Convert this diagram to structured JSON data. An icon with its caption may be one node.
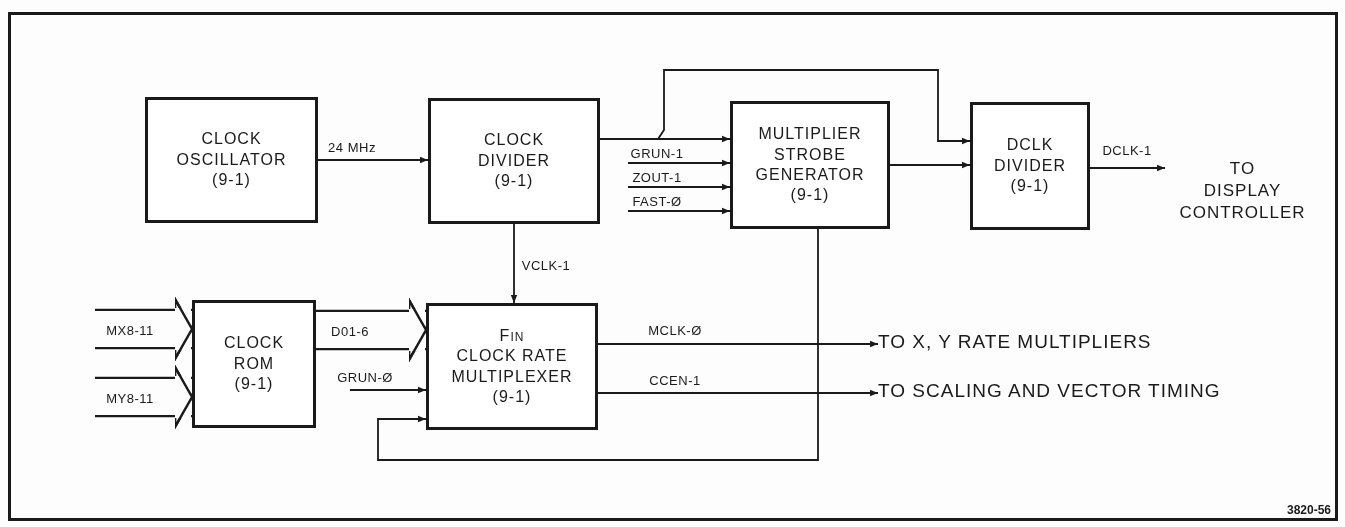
{
  "diagram": {
    "nodes": [
      {
        "text": [
          "CLOCK OSCILLATOR",
          "(9-1)"
        ]
      },
      {
        "text": [
          "CLOCK DIVIDER",
          "(9-1)"
        ]
      },
      {
        "text": [
          "MULTIPLIER STROBE GENERATOR",
          "(9-1)"
        ]
      },
      {
        "text": [
          "DCLK DIVIDER",
          "(9-1)"
        ]
      },
      {
        "text": [
          "TO DISPLAY CONTROLLER"
        ]
      },
      {
        "text": [
          "CLOCK ROM",
          "(9-1)"
        ]
      },
      {
        "text": [
          "F$_{IN}$",
          "CLOCK RATE MULTIPLEXER",
          "(9-1)"
        ]
      },
      {
        "text": [
          "TO X, Y RATE MULTIPLIERS"
        ]
      },
      {
        "text": [
          "TO SCALING AND VECTOR TIMING"
        ]
      }
    ],
    "edges": [
      {
        "from": 0,
        "to": 1,
        "arrow": "to",
        "label": "24 MHz"
      },
      {
        "from": 1,
        "to": 2,
        "arrow": "to"
      },
      {
        "from": 1,
        "to": 3,
        "arrow": "to"
      },
      {
        "from": null,
        "to": 2,
        "arrow": "to",
        "label": "GRUN-1"
      },
      {
        "from": null,
        "to": 2,
        "arrow": "to",
        "label": "ZOUT-1"
      },
      {
        "from": null,
        "to": 2,
        "arrow": "to",
        "label": "FAST-Ø"
      },
      {
        "from": 2,
        "to": 3,
        "arrow": "to"
      },
      {
        "from": 3,
        "to": 4,
        "arrow": "to",
        "label": "DCLK-1"
      },
      {
        "from": 1,
        "to": 6,
        "arrow": "to",
        "label": "VCLK-1"
      },
      {
        "from": null,
        "to": 5,
        "arrow": "to",
        "label": "MX8-11",
        "style": "thick"
      },
      {
        "from": null,
        "to": 5,
        "arrow": "to",
        "label": "MY8-11",
        "style": "thick"
      },
      {
        "from": 5,
        "to": 6,
        "arrow": "to",
        "label": "D01-6",
        "style": "thick"
      },
      {
        "from": null,
        "to": 6,
        "arrow": "to",
        "label": "GRUN-Ø"
      },
      {
        "from": 2,
        "to": 6,
        "arrow": "to"
      },
      {
        "from": 6,
        "to": 7,
        "arrow": "to",
        "label": "MCLK-Ø"
      },
      {
        "from": 6,
        "to": 8,
        "arrow": "to",
        "label": "CCEN-1"
      }
    ],
    "labels": [
      "3820-56"
    ]
  }
}
